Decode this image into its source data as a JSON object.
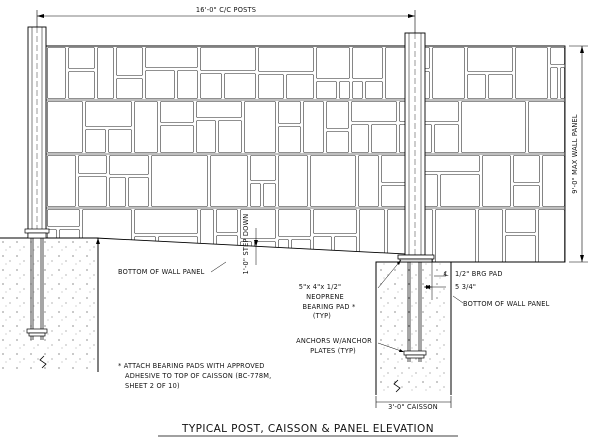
{
  "drawing": {
    "title": "TYPICAL POST, CAISSON & PANEL ELEVATION",
    "dimensions": {
      "post_spacing": "16'-0\" C/C POSTS",
      "panel_height": "9'-0\" MAX WALL PANEL",
      "step": "1'-0\" STEP DOWN",
      "caisson_width": "3'-0\" CAISSON",
      "brg_pad": "1/2\" BRG PAD",
      "offset": "5 3/4\""
    },
    "labels": {
      "bottom_panel_left": "BOTTOM OF WALL PANEL",
      "bottom_panel_right": "BOTTOM OF WALL PANEL",
      "neoprene_line1": "5\"x 4\"x 1/2\"",
      "neoprene_line2": "NEOPRENE",
      "neoprene_line3": "BEARING PAD *",
      "neoprene_line4": "(TYP)",
      "anchors_line1": "ANCHORS W/ANCHOR",
      "anchors_line2": "PLATES (TYP)",
      "centerline_symbol": "℄"
    },
    "note": {
      "line1": "* ATTACH BEARING PADS WITH APPROVED",
      "line2": "ADHESIVE TO TOP OF CAISSON (BC-778M,",
      "line3": "SHEET 2 OF 10)"
    }
  }
}
